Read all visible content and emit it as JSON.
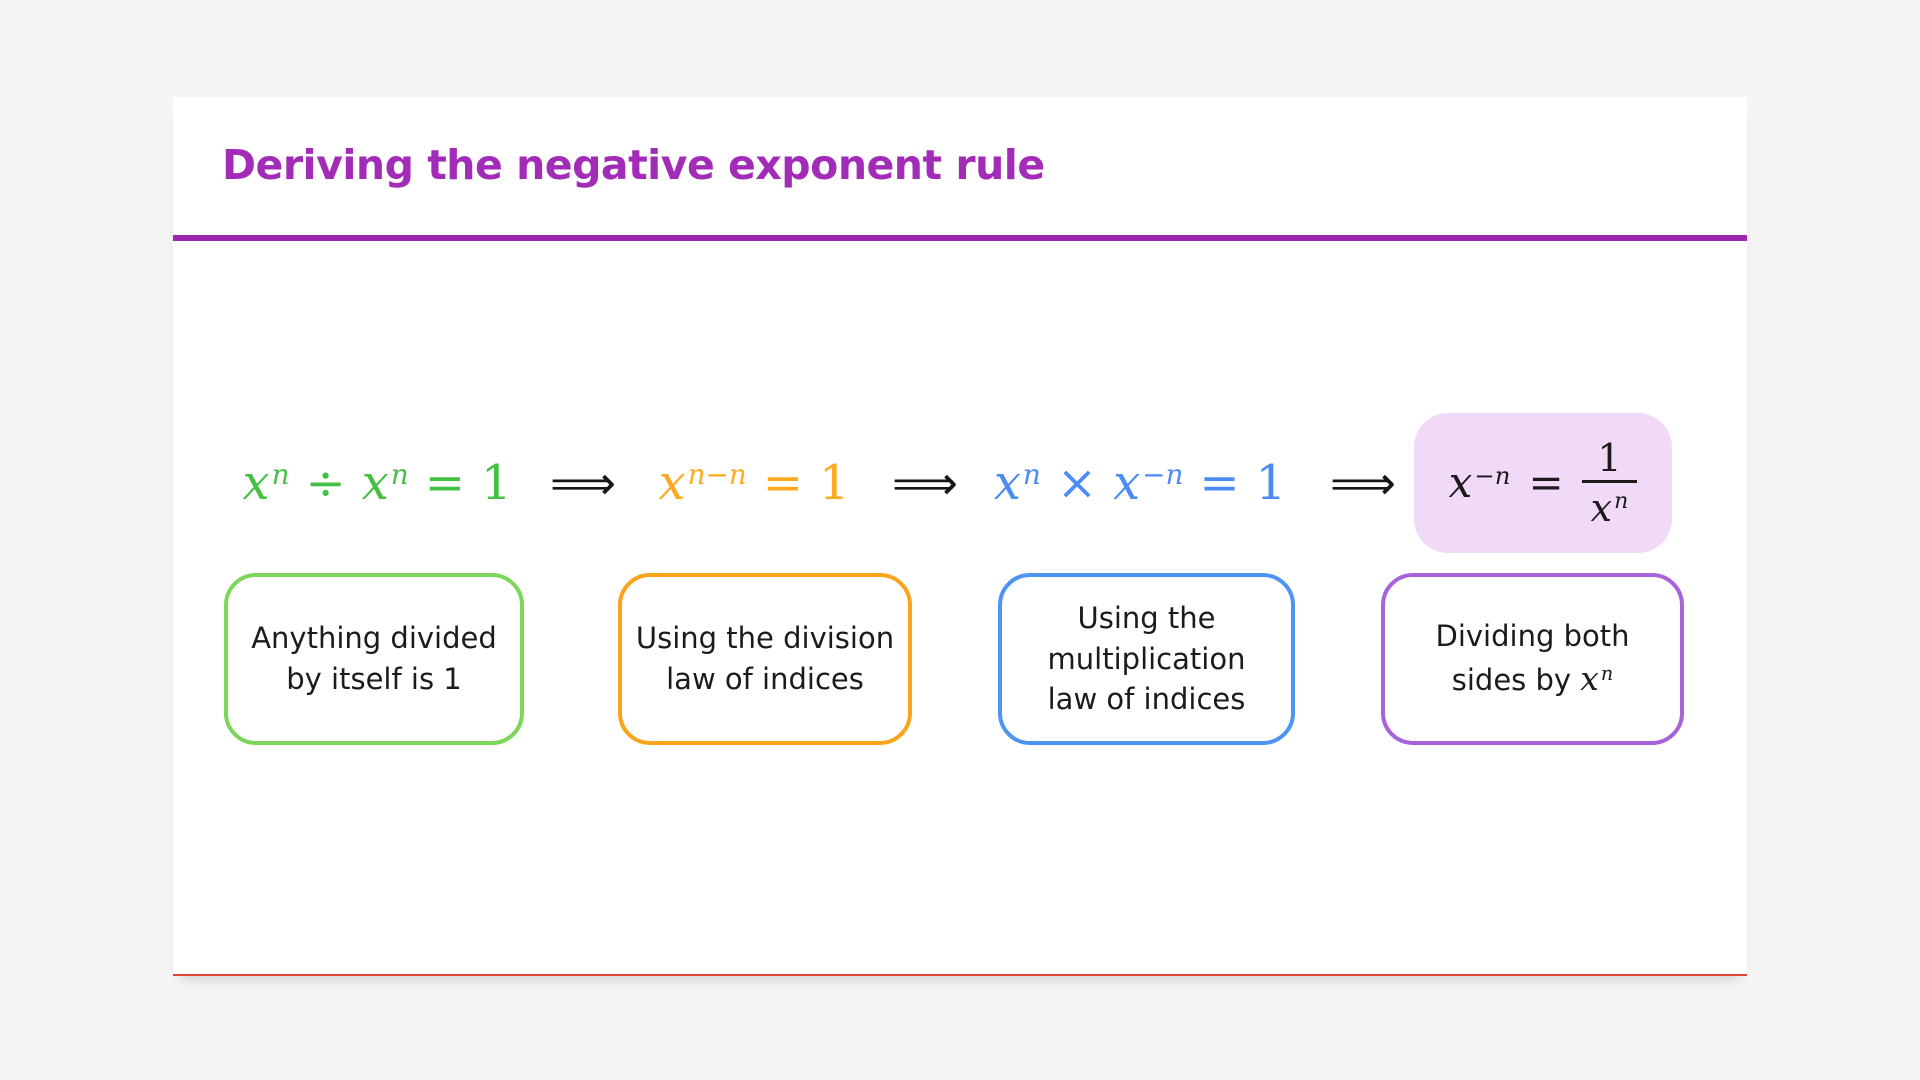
{
  "page_background": "#F5F5F6",
  "card": {
    "background": "#FFFFFF",
    "bottom_line_color": "#E0452F"
  },
  "header": {
    "title": "Deriving the negative exponent rule",
    "title_color": "#A22BB8",
    "underline_color": "#9D27B1"
  },
  "derivation": {
    "arrow_symbol": "⟹",
    "arrow_color": "#161616",
    "steps": [
      {
        "name": "divide-by-itself",
        "equation_color": "#45C044",
        "box_border_color": "#7CD65A",
        "equation": {
          "base1": "x",
          "sup1": "n",
          "operator": "÷",
          "base2": "x",
          "sup2": "n",
          "equals": "=",
          "rhs": "1"
        },
        "caption_lines": [
          "Anything divided",
          "by itself is 1"
        ]
      },
      {
        "name": "division-law",
        "equation_color": "#FFA91F",
        "box_border_color": "#F9A51B",
        "equation": {
          "base1": "x",
          "sup1": "n−n",
          "equals": "=",
          "rhs": "1"
        },
        "caption_lines": [
          "Using the division",
          "law of indices"
        ]
      },
      {
        "name": "multiplication-law",
        "equation_color": "#4B8BF4",
        "box_border_color": "#4E94F2",
        "equation": {
          "base1": "x",
          "sup1": "n",
          "operator": "×",
          "base2": "x",
          "sup2": "−n",
          "equals": "=",
          "rhs": "1"
        },
        "caption_lines": [
          "Using the",
          "multiplication",
          "law of indices"
        ]
      },
      {
        "name": "result",
        "equation_color": "#1B1B1B",
        "box_border_color": "#A963DA",
        "highlight_background": "#F1D9F8",
        "equation": {
          "base": "x",
          "sup": "−n",
          "equals": "=",
          "fraction_numerator": "1",
          "fraction_denominator_base": "x",
          "fraction_denominator_sup": "n"
        },
        "caption_lines": [
          "Dividing both"
        ],
        "caption_tail_text": "sides by ",
        "caption_math": {
          "base": "x",
          "sup": "n"
        }
      }
    ]
  }
}
